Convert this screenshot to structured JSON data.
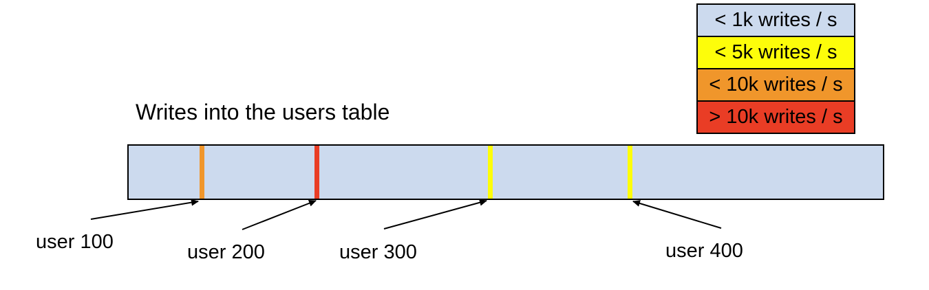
{
  "title": "Writes into the users table",
  "legend": {
    "items": [
      {
        "label": "< 1k writes / s",
        "color": "#ccdaee"
      },
      {
        "label": "< 5k writes / s",
        "color": "#fdfd0a"
      },
      {
        "label": "< 10k writes / s",
        "color": "#f0962b"
      },
      {
        "label": "> 10k writes / s",
        "color": "#e93d25"
      }
    ]
  },
  "table_bar": {
    "fill": "#ccdaee",
    "border_color": "#000000"
  },
  "markers": [
    {
      "label": "user 100",
      "color": "#f0962b"
    },
    {
      "label": "user 200",
      "color": "#e93d25"
    },
    {
      "label": "user 300",
      "color": "#fdfd0a"
    },
    {
      "label": "user 400",
      "color": "#fdfd0a"
    }
  ]
}
